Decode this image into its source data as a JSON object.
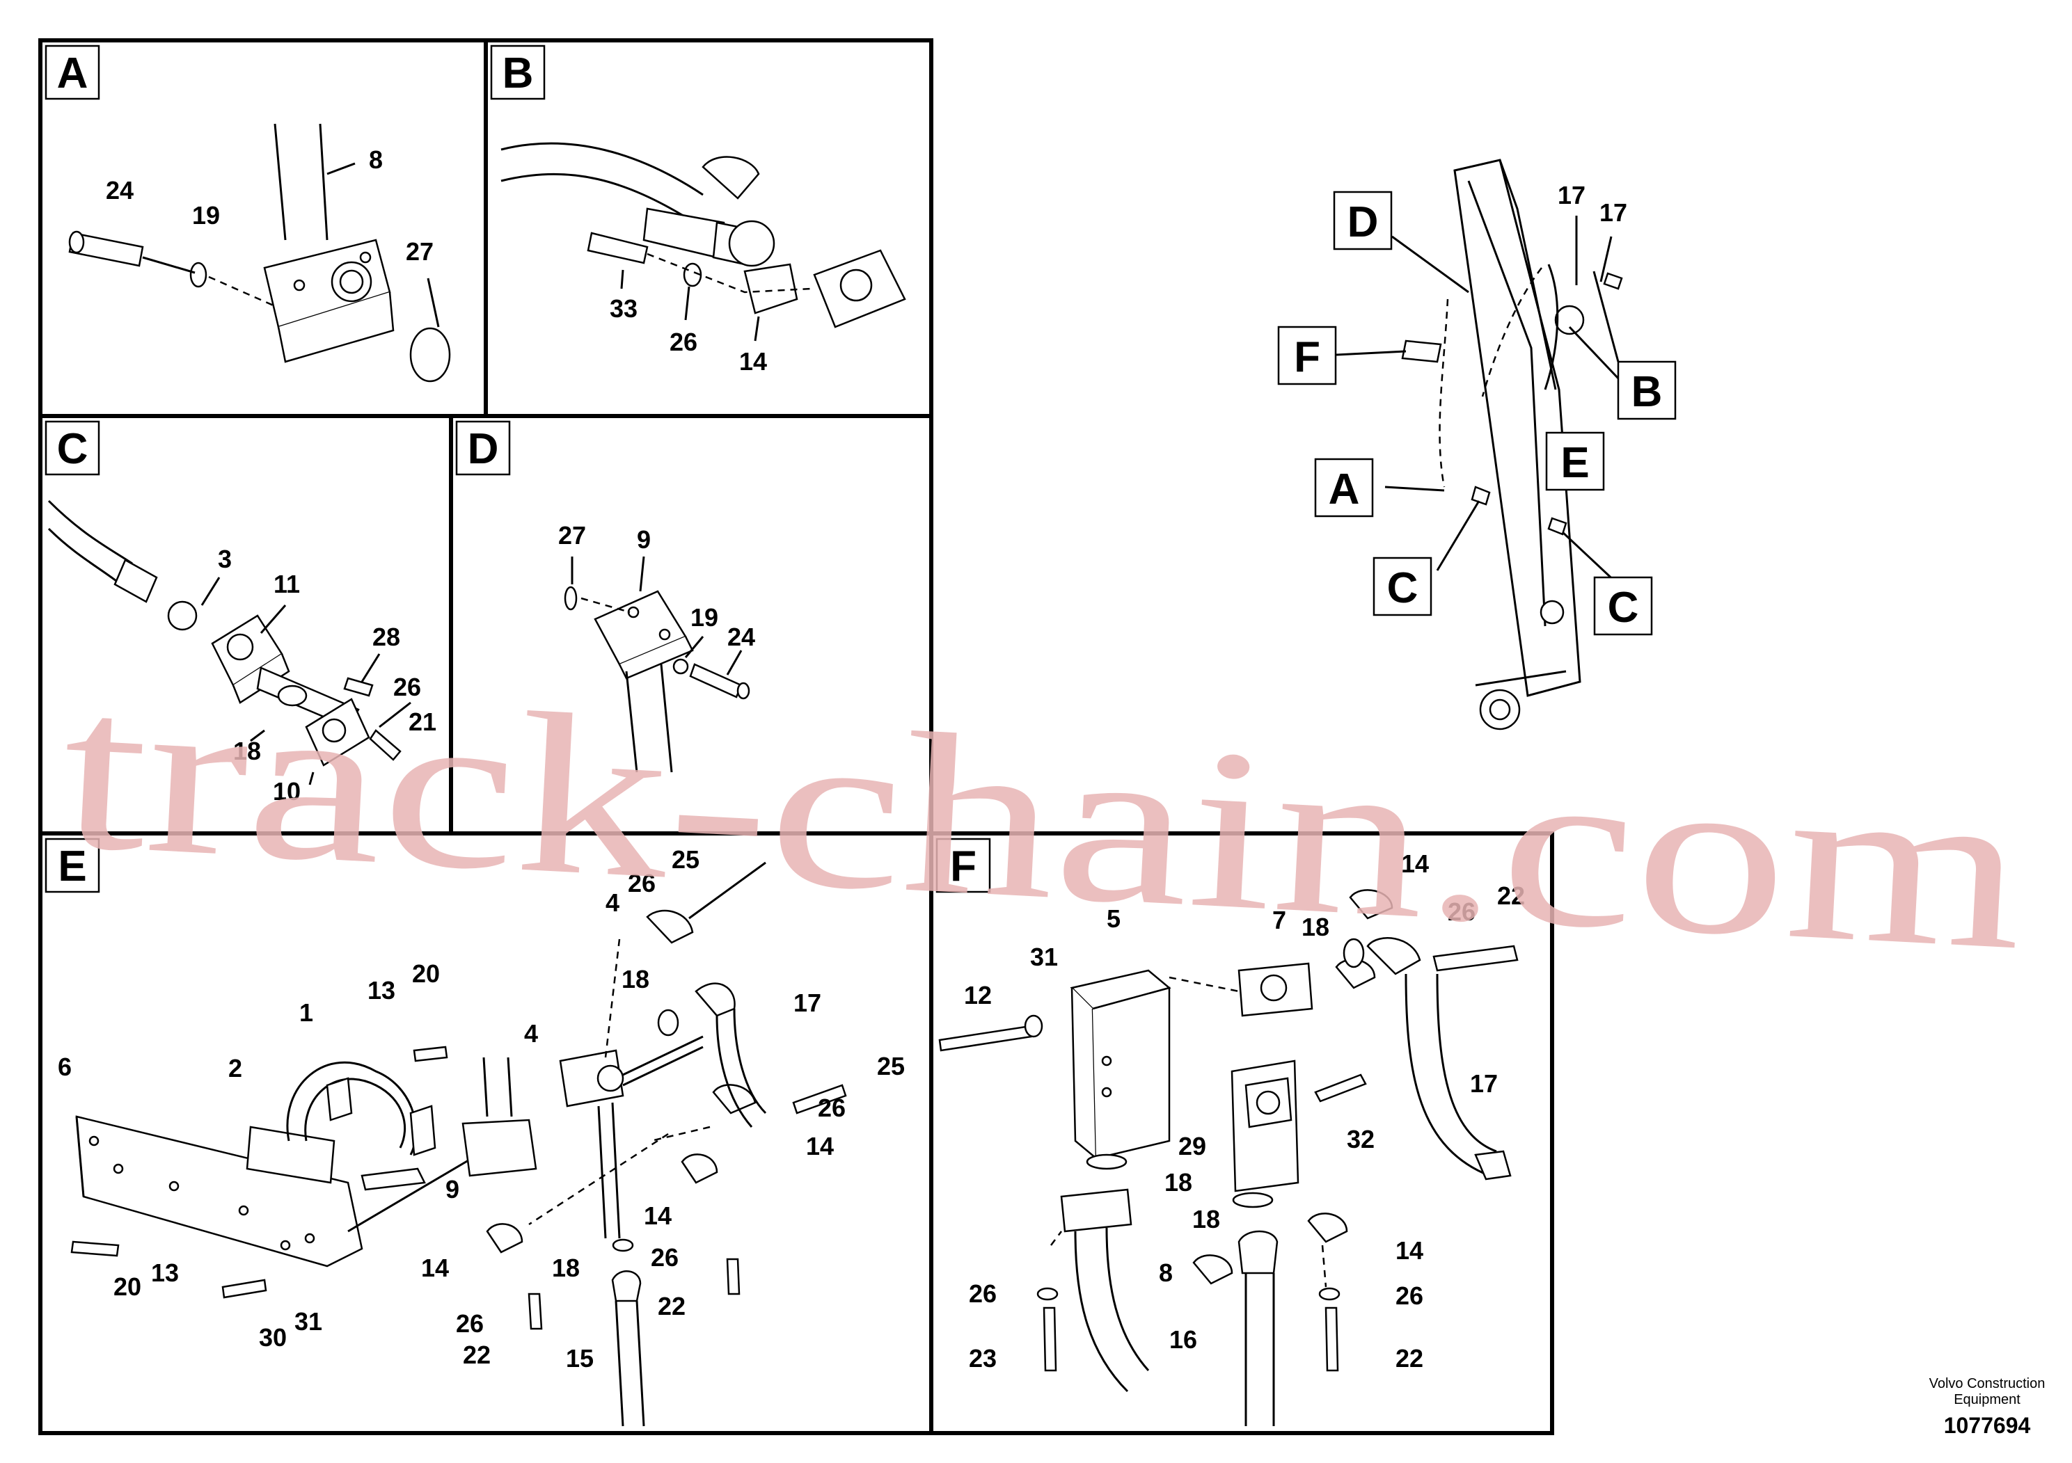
{
  "section_labels": {
    "A": "A",
    "B": "B",
    "C": "C",
    "D": "D",
    "E": "E",
    "F": "F"
  },
  "callouts": {
    "a_24": "24",
    "a_19": "19",
    "a_8": "8",
    "a_27": "27",
    "b_33": "33",
    "b_26": "26",
    "b_14": "14",
    "c_3": "3",
    "c_11": "11",
    "c_28": "28",
    "c_26": "26",
    "c_21": "21",
    "c_18": "18",
    "c_10": "10",
    "d_27": "27",
    "d_9": "9",
    "d_19": "19",
    "d_24": "24",
    "e_25a": "25",
    "e_26a": "26",
    "e_4a": "4",
    "e_18a": "18",
    "e_17": "17",
    "e_4b": "4",
    "e_25b": "25",
    "e_26b": "26",
    "e_14a": "14",
    "e_13a": "13",
    "e_20a": "20",
    "e_1": "1",
    "e_2": "2",
    "e_6": "6",
    "e_9": "9",
    "e_14b": "14",
    "e_26c": "26",
    "e_14c": "14",
    "e_18b": "18",
    "e_22a": "22",
    "e_20b": "20",
    "e_13b": "13",
    "e_30": "30",
    "e_31": "31",
    "e_26d": "26",
    "e_22b": "22",
    "e_15": "15",
    "f_14a": "14",
    "f_5": "5",
    "f_7": "7",
    "f_18a": "18",
    "f_26a": "26",
    "f_22a": "22",
    "f_31": "31",
    "f_12": "12",
    "f_17": "17",
    "f_29": "29",
    "f_32": "32",
    "f_18b": "18",
    "f_18c": "18",
    "f_14b": "14",
    "f_26b": "26",
    "f_8": "8",
    "f_26c": "26",
    "f_16": "16",
    "f_22b": "22",
    "f_23": "23",
    "ov_17a": "17",
    "ov_17b": "17"
  },
  "watermark": "track-chain.com",
  "footer": {
    "brand_line1": "Volvo Construction",
    "brand_line2": "Equipment",
    "doc_number": "1077694"
  }
}
